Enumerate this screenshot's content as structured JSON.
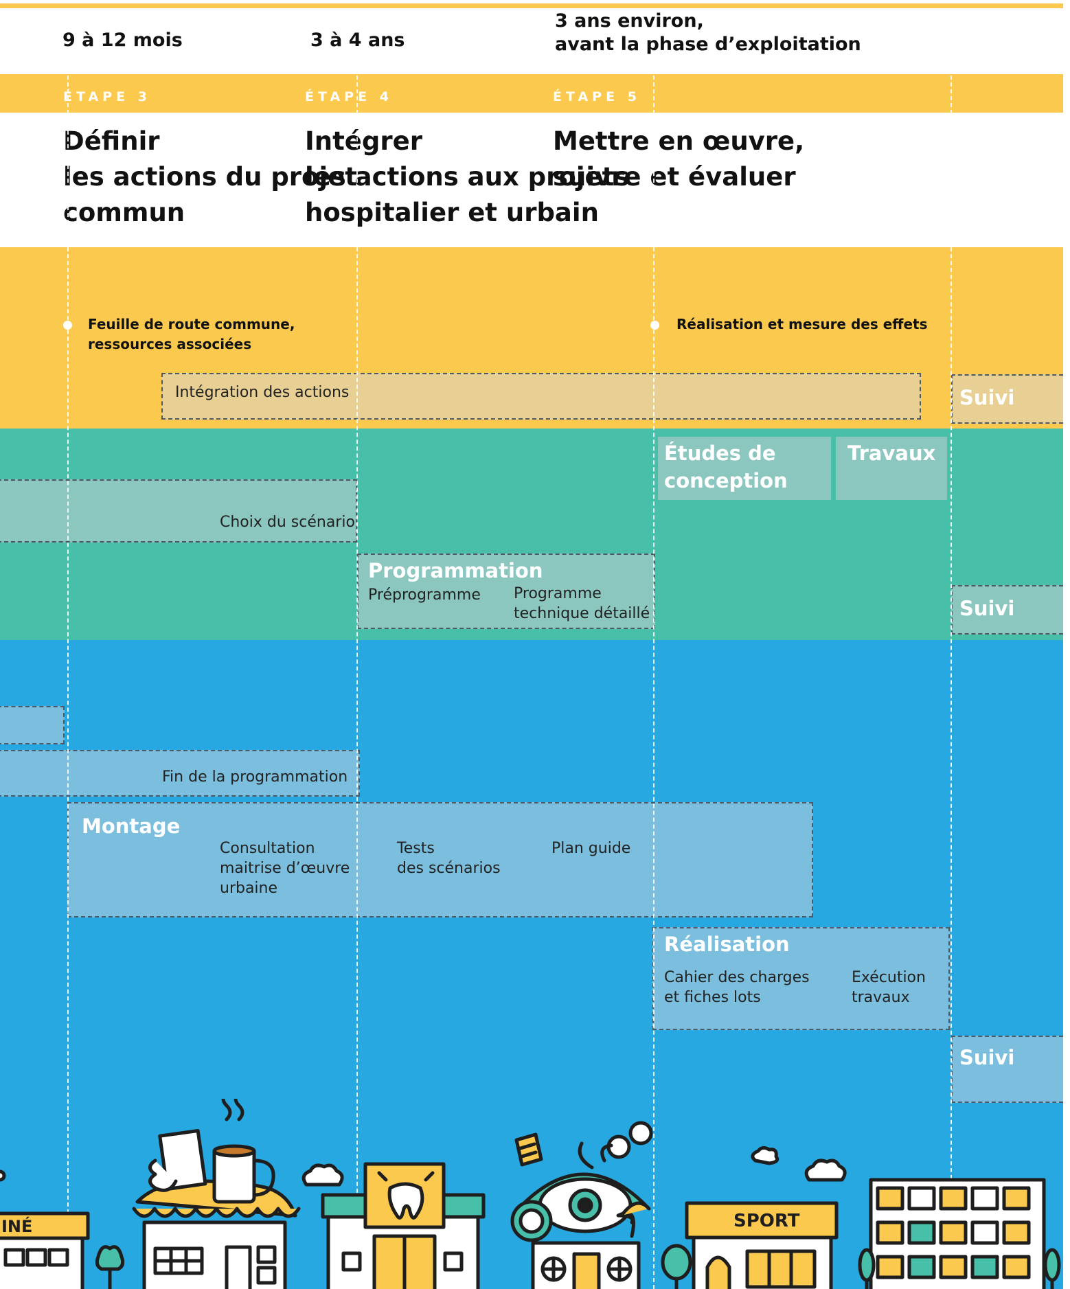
{
  "durations": {
    "step3": "9 à 12 mois",
    "step4": "3 à 4 ans",
    "step5_line1": "3 ans environ,",
    "step5_line2": "avant la phase d’exploitation"
  },
  "steps": [
    {
      "label": "ÉTAPE 3",
      "title_line1": "Définir",
      "title_line2": "les actions du projet",
      "title_line3": "commun"
    },
    {
      "label": "ÉTAPE 4",
      "title_line1": "Intégrer",
      "title_line2": "les actions aux projets",
      "title_line3": "hospitalier et urbain"
    },
    {
      "label": "ÉTAPE 5",
      "title_line1": "Mettre en œuvre,",
      "title_line2": "suivre et évaluer",
      "title_line3": ""
    }
  ],
  "deliverables": {
    "step3_line1": "Feuille de route commune,",
    "step3_line2": "ressources associées",
    "step5": "Réalisation et mesure des effets"
  },
  "yellow_band": {
    "integration": "Intégration des actions",
    "suivi": "Suivi"
  },
  "green_band": {
    "etudes_line1": "Études de",
    "etudes_line2": "conception",
    "travaux": "Travaux",
    "choix": "Choix du scénario",
    "programmation": "Programmation",
    "preprogramme": "Préprogramme",
    "programme_line1": "Programme",
    "programme_line2": "technique détaillé",
    "suivi": "Suivi"
  },
  "blue_band": {
    "fin_programmation": "Fin de la programmation",
    "montage": "Montage",
    "consultation_line1": "Consultation",
    "consultation_line2": "maitrise d’œuvre",
    "consultation_line3": "urbaine",
    "tests_line1": "Tests",
    "tests_line2": "des scénarios",
    "plan_guide": "Plan guide",
    "realisation": "Réalisation",
    "cahier_line1": "Cahier des charges",
    "cahier_line2": "et fiches lots",
    "execution_line1": "Exécution",
    "execution_line2": "travaux",
    "suivi": "Suivi"
  },
  "illustration": {
    "sign_cinema": "INÉ",
    "sign_sport": "SPORT"
  },
  "colors": {
    "yellow": "#fcc94f",
    "green": "#47bfa9",
    "blue": "#28a8e0",
    "yellow_box": "#e8d095",
    "green_box": "#8cc7bf",
    "blue_box": "#7bbedd",
    "outline": "#1e1e1e"
  }
}
